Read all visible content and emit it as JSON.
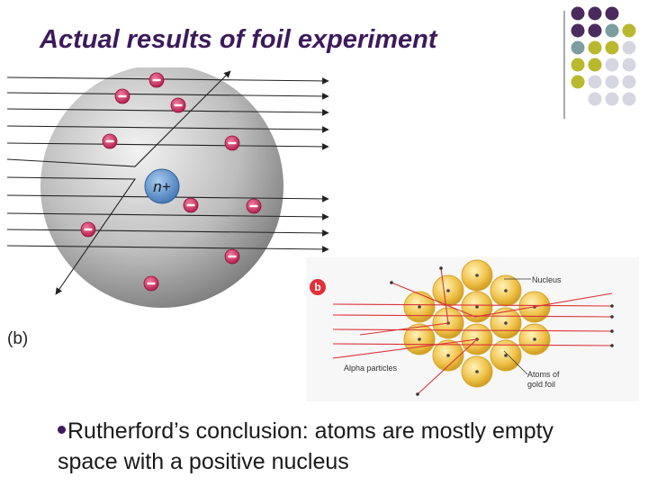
{
  "slide": {
    "title": "Actual results of foil experiment",
    "figure_left_label": "(b)",
    "conclusion": "Rutherford’s conclusion: atoms are mostly empty space with a positive nucleus"
  },
  "atom_diagram": {
    "nucleus_label": "n+",
    "electron_symbol": "−"
  },
  "foil_diagram": {
    "badge": "b",
    "nucleus_label": "Nucleus",
    "alpha_label": "Alpha particles",
    "atoms_label_line1": "Atoms of",
    "atoms_label_line2": "gold foil"
  },
  "colors": {
    "title": "#3d1a5c",
    "dot_purple": "#4b2a5e",
    "dot_teal": "#7d9ea0",
    "dot_olive": "#b9b82e",
    "dot_light": "#d6d6e3",
    "electron": "#d32f5f",
    "nucleus": "#5b8fc7",
    "gold": "#e8b83a",
    "ray": "#d9343a"
  }
}
